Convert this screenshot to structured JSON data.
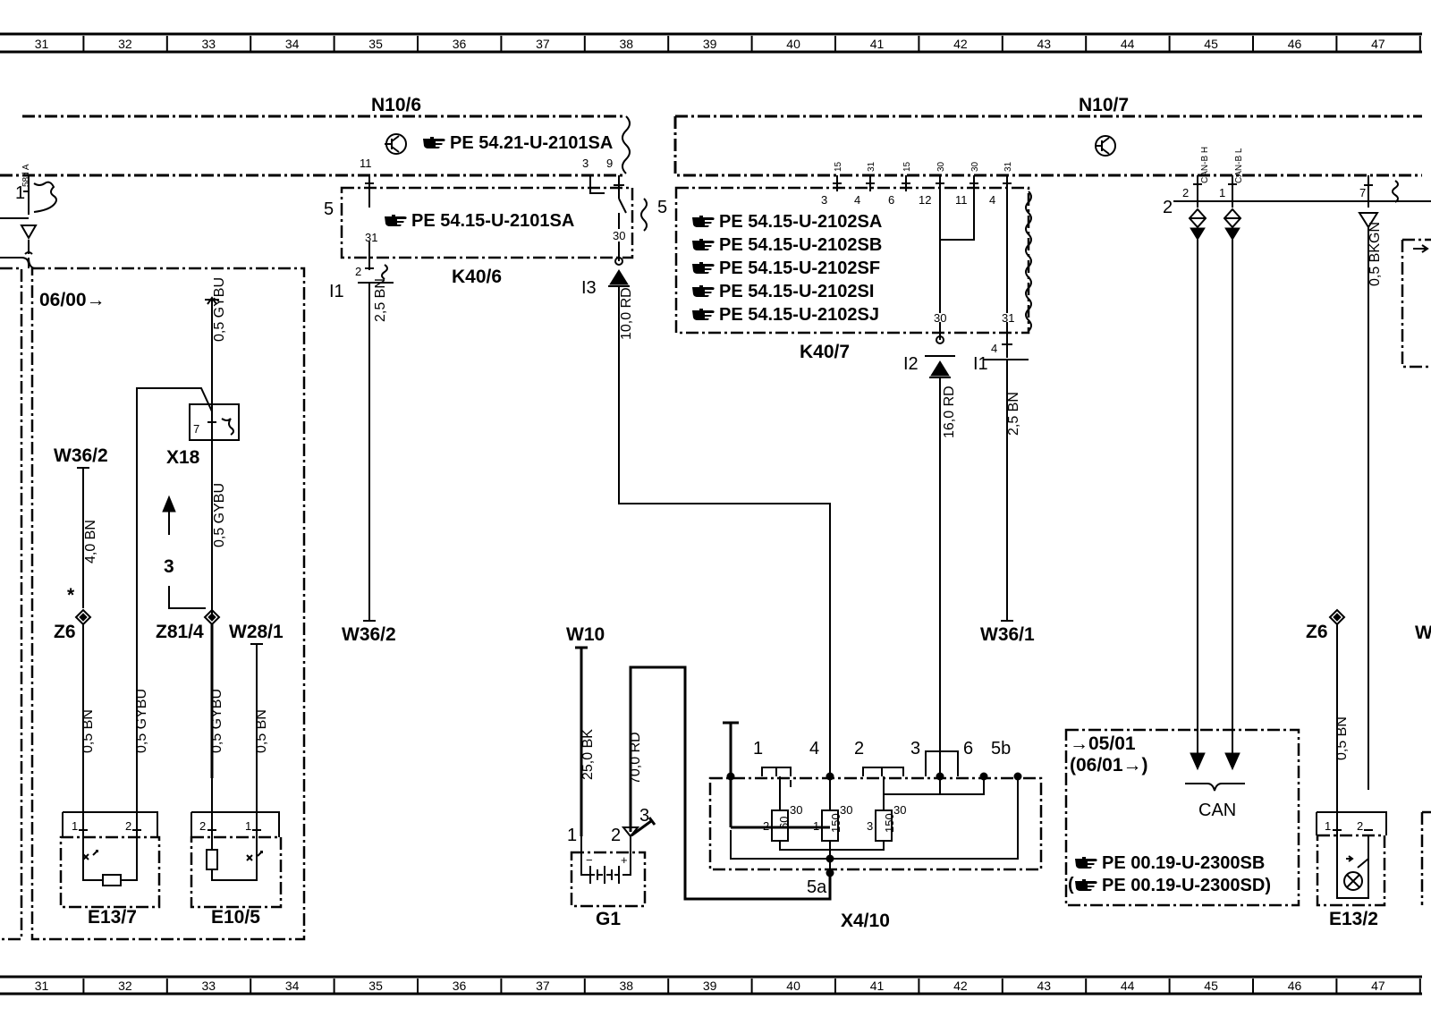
{
  "ruler": {
    "columns": [
      "31",
      "32",
      "33",
      "34",
      "35",
      "36",
      "37",
      "38",
      "39",
      "40",
      "41",
      "42",
      "43",
      "44",
      "45",
      "46",
      "47"
    ]
  },
  "components": {
    "n10_6": {
      "label": "N10/6",
      "ref": "PE  54.21-U-2101SA"
    },
    "k40_6": {
      "label": "K40/6",
      "ref": "PE  54.15-U-2101SA"
    },
    "n10_7": {
      "label": "N10/7"
    },
    "k40_7": {
      "label": "K40/7",
      "refs": [
        "PE  54.15-U-2102SA",
        "PE  54.15-U-2102SB",
        "PE  54.15-U-2102SF",
        "PE  54.15-U-2102SI",
        "PE  54.15-U-2102SJ"
      ]
    },
    "x4_10": {
      "label": "X4/10"
    },
    "g1": {
      "label": "G1"
    },
    "e13_7": {
      "label": "E13/7"
    },
    "e10_5": {
      "label": "E10/5"
    },
    "e13_2": {
      "label": "E13/2"
    },
    "x18": {
      "label": "X18"
    },
    "z81_4": {
      "label": "Z81/4"
    },
    "z6_left": {
      "label": "Z6"
    },
    "z6_right": {
      "label": "Z6"
    },
    "w36_2_left": {
      "label": "W36/2"
    },
    "w36_2_mid": {
      "label": "W36/2"
    },
    "w36_1": {
      "label": "W36/1"
    },
    "w28_1": {
      "label": "W28/1"
    },
    "w10": {
      "label": "W10"
    },
    "w_edge": {
      "label": "W"
    },
    "can_box": {
      "line1": "→05/01",
      "line2": "(06/01→)",
      "bus": "CAN",
      "ref1": "PE  00.19-U-2300SB",
      "ref2": "PE  00.19-U-2300SD)"
    }
  },
  "notes": {
    "date_0600": "06/00→",
    "arrow_3": "3",
    "star": "*"
  },
  "wires": {
    "w_25bn_k406": "2,5 BN",
    "w_100rd": "10,0 RD",
    "w_160rd": "16,0 RD",
    "w_25bn_k407": "2,5 BN",
    "w_05bkgn": "0,5 BKGN",
    "w_05gybu_top": "0,5 GYBU",
    "w_05gybu_mid": "0,5 GYBU",
    "w_40bn": "4,0 BN",
    "w_05bn_e137": "0,5 BN",
    "w_05gybu_e137": "0,5 GYBU",
    "w_05gybu_e105": "0,5 GYBU",
    "w_05bn_e105": "0,5 BN",
    "w_250bk": "25,0 BK",
    "w_700rd": "70,0 RD",
    "w_05bn_e132": "0,5 BN"
  },
  "pins": {
    "n10_6_pin11": "11",
    "n10_6_pin3": "3",
    "n10_6_pin9": "9",
    "k40_6_pin30a": "31",
    "k40_6_pin30": "30",
    "k40_6_side5": "5",
    "k40_6_i1": "I1",
    "k40_6_i3": "I3",
    "k40_6_conn2": "2",
    "k40_7_side5": "5",
    "k40_7_pin3": "3",
    "k40_7_pin4": "4",
    "k40_7_pin6": "6",
    "k40_7_pin12": "12",
    "k40_7_pin11": "11",
    "k40_7_pin4b": "4",
    "k40_7_pin30": "30",
    "k40_7_pin31": "31",
    "k40_7_i2": "I2",
    "k40_7_i1": "I1",
    "k40_7_conn4": "4",
    "n10_7_t15a": "15",
    "n10_7_t31a": "31",
    "n10_7_t15b": "15",
    "n10_7_t30a": "30",
    "n10_7_t30b": "30",
    "n10_7_t31b": "31",
    "n10_7_canh": "CAN-B H",
    "n10_7_canl": "CAN-B L",
    "n10_7_pin2": "2",
    "n10_7_pin1": "1",
    "n10_7_pin7": "7",
    "n10_7_side2": "2",
    "left_58d": "58d A",
    "left_pin1": "1",
    "x18_pin7": "7",
    "e13_7_pin1": "1",
    "e13_7_pin2": "2",
    "e10_5_pin2": "2",
    "e10_5_pin1": "1",
    "e13_2_pin1": "1",
    "e13_2_pin2": "2",
    "g1_pin1": "1",
    "g1_pin2": "2",
    "g1_pin3": "3",
    "x4_10_p1": "1",
    "x4_10_p4": "4",
    "x4_10_p2": "2",
    "x4_10_p3": "3",
    "x4_10_p6": "6",
    "x4_10_p5b": "5b",
    "x4_10_p5a": "5a",
    "fuse60": "60",
    "fuse150a": "150",
    "fuse150b": "150",
    "fuse_t30a": "30",
    "fuse_t30b": "30",
    "fuse_t30c": "30",
    "fuse_n2": "2",
    "fuse_n1": "1",
    "fuse_n3": "3"
  }
}
